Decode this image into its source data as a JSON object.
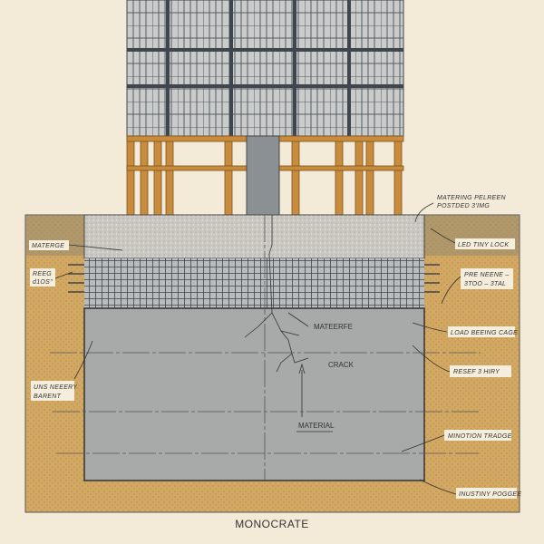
{
  "title": "MONOCRATE",
  "labels": {
    "matering": [
      "MATERING PELREEN",
      "POSTDED 3'IMG"
    ],
    "materge": "MATERGE",
    "rebar": [
      "REEG",
      "d1OS\""
    ],
    "ledtiny": "LED TINY LOCK",
    "preneene": [
      "PRE NEENE –",
      "3TOO – 3TAL"
    ],
    "mateerfe": "MATEERFE",
    "load": "LOAD BEEING CAGE",
    "crack": "CRACK",
    "reserv": "RESEF 3 HIRY",
    "unsneery": [
      "UNS NEEERY",
      "BARENT"
    ],
    "material": "MATERIAL",
    "minotion": "MINOTION TRADGE",
    "inustiny": "INUSTINY POGGEE"
  },
  "colors": {
    "paper": "#f3ead8",
    "soil": "#d2a862",
    "concrete": "#a7aaa9",
    "gravel": "#cbc8c1",
    "wood": "#c98b3c",
    "steel": "#8a9096"
  }
}
